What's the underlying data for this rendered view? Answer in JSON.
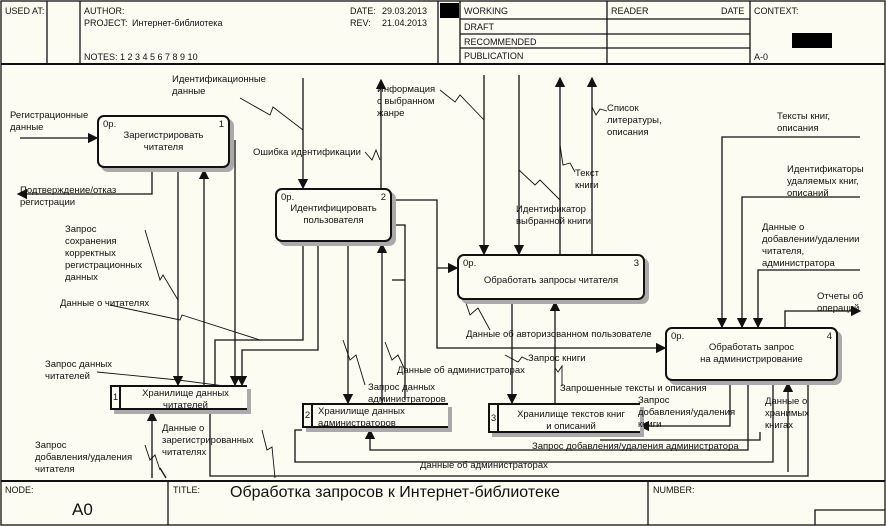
{
  "header": {
    "used_at": "USED AT:",
    "author": "AUTHOR:",
    "project_label": "PROJECT:",
    "project": "Интернет-библиотека",
    "date_label": "DATE:",
    "date": "29.03.2013",
    "rev_label": "REV:",
    "rev": "21.04.2013",
    "notes": "NOTES:  1  2  3  4  5  6  7  8  9  10",
    "status": [
      "WORKING",
      "DRAFT",
      "RECOMMENDED",
      "PUBLICATION"
    ],
    "reader": "READER",
    "reader_date": "DATE",
    "context": "CONTEXT:",
    "context_node": "A-0"
  },
  "boxes": [
    {
      "cost": "0р.",
      "num": "1",
      "label": "Зарегистрировать\nчитателя"
    },
    {
      "cost": "0р.",
      "num": "2",
      "label": "Идентифицировать\nпользователя"
    },
    {
      "cost": "0р.",
      "num": "3",
      "label": "Обработать запросы читателя"
    },
    {
      "cost": "0р.",
      "num": "4",
      "label": "Обработать запрос\nна администрирование"
    }
  ],
  "stores": [
    {
      "num": "1",
      "label": "Хранилище данных\nчитателей"
    },
    {
      "num": "2",
      "label": "Хранилище данных\nадминистраторов"
    },
    {
      "num": "3",
      "label": "Хранилище текстов книг\nи описаний"
    }
  ],
  "arrows": {
    "a1": "Идентификационные\nданные",
    "a2": "Регистрационные\nданные",
    "a3": "Подтверждение/отказ\nрегистрации",
    "a4": "Запрос\nсохранения\nкорректных\nрегистрационных\nданных",
    "a5": "Ошибка идентификации",
    "a6": "Информация\nс выбранном\nжанре",
    "a7": "Список\nлитературы,\nописания",
    "a8": "Текст\nкниги",
    "a9": "Идентификатор\nвыбранной книги",
    "a10": "Тексты книг,\nописания",
    "a11": "Идентификаторы\nудаляемых книг,\nописаний",
    "a12": "Данные о\nдобавлении/удалении\nчитателя,\nадминистратора",
    "a13": "Отчеты об\nопераций",
    "a14": "Данные о читателях",
    "a15": "Запрос данных\nчитателей",
    "a16": "Данные об авторизованном пользователе",
    "a17": "Запрос книги",
    "a18": "Данные об администраторах",
    "a19": "Запрос данных\nадминистраторов",
    "a20": "Запрошенные тексты и описания",
    "a21": "Запрос\nдобавления/удаления\nкниги",
    "a22": "Данные о\nхранимых\nкнигах",
    "a23": "Данные о\nзарегистрированных\nчитателях",
    "a24": "Запрос\nдобавления/удаления\nчитателя",
    "a25": "Запрос добавления/удаления администратора",
    "a26": "Данные об администраторах"
  },
  "footer": {
    "node_label": "NODE:",
    "node": "A0",
    "title_label": "TITLE:",
    "title": "Обработка запросов к Интернет-библиотеке",
    "number_label": "NUMBER:"
  }
}
